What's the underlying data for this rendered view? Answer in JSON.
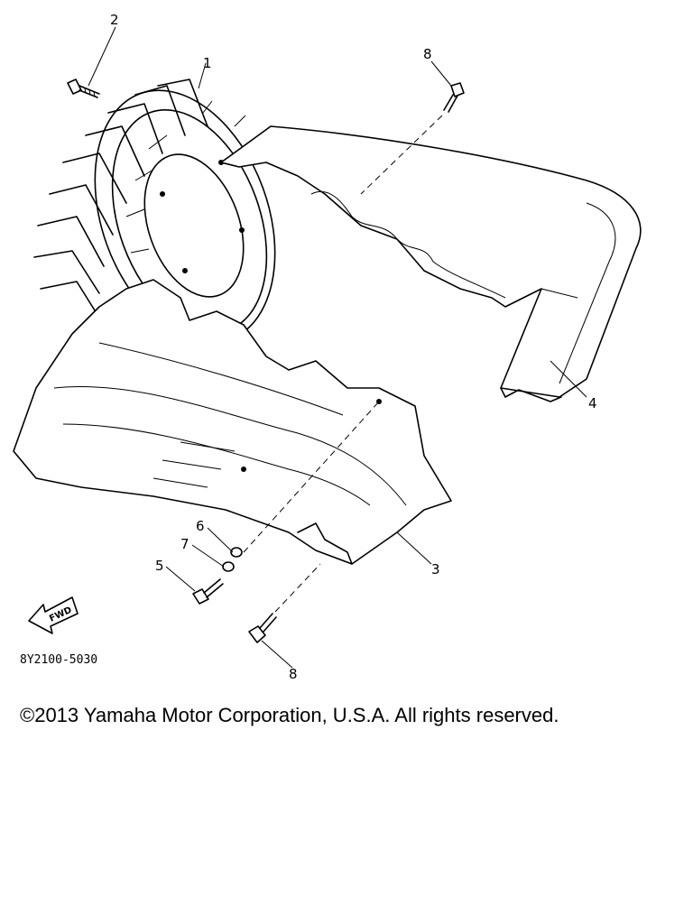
{
  "diagram": {
    "part_numbers": {
      "p1": "1",
      "p2": "2",
      "p3": "3",
      "p4": "4",
      "p5": "5",
      "p6": "6",
      "p7": "7",
      "p8_top": "8",
      "p8_bottom": "8"
    },
    "direction_arrow_label": "FWD",
    "figure_code": "8Y2100-5030"
  },
  "footer": {
    "copyright": "©2013 Yamaha Motor Corporation, U.S.A. All rights reserved."
  }
}
